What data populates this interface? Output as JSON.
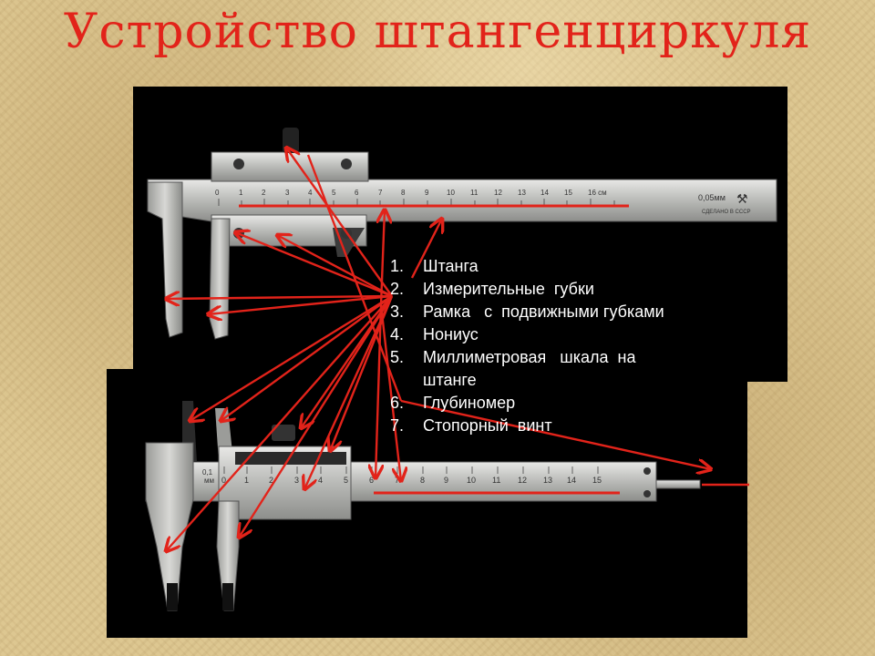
{
  "title": "Устройство  штангенциркуля",
  "legend": [
    {
      "num": "1.",
      "text": "Штанга"
    },
    {
      "num": "2.",
      "text": "Измерительные  губки"
    },
    {
      "num": "3.",
      "text": "Рамка   с  подвижными губками"
    },
    {
      "num": "4.",
      "text": "Нониус"
    },
    {
      "num": "5.",
      "text": "Миллиметровая   шкала  на\nштанге"
    },
    {
      "num": "6.",
      "text": "Глубиномер"
    },
    {
      "num": "7.",
      "text": "Стопорный  винт"
    }
  ],
  "caliper_top": {
    "scale_numbers": [
      "0",
      "1",
      "2",
      "3",
      "4",
      "5",
      "6",
      "7",
      "8",
      "9",
      "10",
      "11",
      "12",
      "13",
      "14",
      "15",
      "16 см"
    ],
    "engraving": "0,05мм",
    "maker": "СДЕЛАНО  В  СССР"
  },
  "caliper_bottom": {
    "scale_numbers": [
      "0",
      "1",
      "2",
      "3",
      "4",
      "5",
      "6",
      "7",
      "8",
      "9",
      "10",
      "11",
      "12",
      "13",
      "14",
      "15"
    ],
    "engraving": "0,1\nмм"
  },
  "colors": {
    "arrow": "#e2231a",
    "title": "#e2231a",
    "legend_text": "#ffffff",
    "photo_bg": "#000000"
  }
}
